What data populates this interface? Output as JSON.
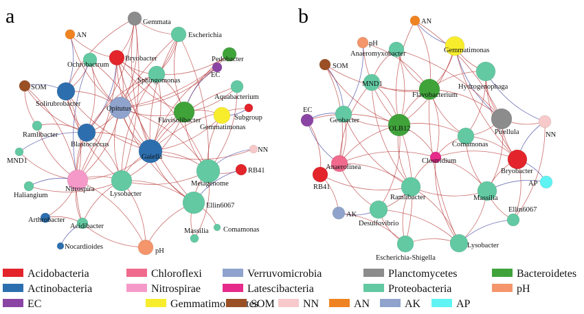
{
  "panels": {
    "a": {
      "letter": "a",
      "nodes": [
        {
          "label": "Gemmata",
          "group": "Planctomycetes"
        },
        {
          "label": "AN",
          "group": "AN"
        },
        {
          "label": "Escherichia",
          "group": "Proteobacteria"
        },
        {
          "label": "Bryobacter",
          "group": "Acidobacteria"
        },
        {
          "label": "Ochrobactrum",
          "group": "Proteobacteria"
        },
        {
          "label": "Pedobacter",
          "group": "Bacteroidetes"
        },
        {
          "label": "EC",
          "group": "EC"
        },
        {
          "label": "Sphingomonas",
          "group": "Proteobacteria"
        },
        {
          "label": "SOM",
          "group": "SOM"
        },
        {
          "label": "Solirubrobacter",
          "group": "Actinobacteria"
        },
        {
          "label": "Aquabacterium",
          "group": "Proteobacteria"
        },
        {
          "label": "Opitutus",
          "group": "Verrucomicrobia"
        },
        {
          "label": "Flavisolibacter",
          "group": "Bacteroidetes"
        },
        {
          "label": "Subgroup",
          "group": "Acidobacteria"
        },
        {
          "label": "Gemmatimonas",
          "group": "Gemmatimonadetes"
        },
        {
          "label": "Ramlibacter",
          "group": "Proteobacteria"
        },
        {
          "label": "Blastococcus",
          "group": "Actinobacteria"
        },
        {
          "label": "NN",
          "group": "NN"
        },
        {
          "label": "MND1",
          "group": "Proteobacteria"
        },
        {
          "label": "Gaiella",
          "group": "Actinobacteria"
        },
        {
          "label": "RB41",
          "group": "Acidobacteria"
        },
        {
          "label": "Haliangium",
          "group": "Proteobacteria"
        },
        {
          "label": "Nitrospira",
          "group": "Nitrospirae"
        },
        {
          "label": "Lysobacter",
          "group": "Proteobacteria"
        },
        {
          "label": "Metagenome",
          "group": "Proteobacteria"
        },
        {
          "label": "Ellin6067",
          "group": "Proteobacteria"
        },
        {
          "label": "Arthrobacter",
          "group": "Actinobacteria"
        },
        {
          "label": "Acidibacter",
          "group": "Proteobacteria"
        },
        {
          "label": "Massilia",
          "group": "Proteobacteria"
        },
        {
          "label": "Comamonas",
          "group": "Proteobacteria"
        },
        {
          "label": "Nocardioides",
          "group": "Actinobacteria"
        },
        {
          "label": "pH",
          "group": "pH"
        }
      ]
    },
    "b": {
      "letter": "b",
      "nodes": [
        {
          "label": "AN",
          "group": "AN"
        },
        {
          "label": "pH",
          "group": "pH"
        },
        {
          "label": "Anaeromyxobacter",
          "group": "Proteobacteria"
        },
        {
          "label": "Gemmatimonas",
          "group": "Gemmatimonadetes"
        },
        {
          "label": "SOM",
          "group": "SOM"
        },
        {
          "label": "MND1",
          "group": "Proteobacteria"
        },
        {
          "label": "Flavobacterium",
          "group": "Bacteroidetes"
        },
        {
          "label": "Hydrogenophaga",
          "group": "Proteobacteria"
        },
        {
          "label": "EC",
          "group": "EC"
        },
        {
          "label": "Geobacter",
          "group": "Proteobacteria"
        },
        {
          "label": "OLB12",
          "group": "Bacteroidetes"
        },
        {
          "label": "Pirellula",
          "group": "Planctomycetes"
        },
        {
          "label": "NN",
          "group": "NN"
        },
        {
          "label": "Comamonas",
          "group": "Proteobacteria"
        },
        {
          "label": "Anaerolinea",
          "group": "Chloroflexi"
        },
        {
          "label": "Clostridium",
          "group": "Latescibacteria"
        },
        {
          "label": "Bryobacter",
          "group": "Acidobacteria"
        },
        {
          "label": "RB41",
          "group": "Acidobacteria"
        },
        {
          "label": "AP",
          "group": "AP"
        },
        {
          "label": "Ramlibacter",
          "group": "Proteobacteria"
        },
        {
          "label": "Massilia",
          "group": "Proteobacteria"
        },
        {
          "label": "AK",
          "group": "AK"
        },
        {
          "label": "Desulfovibrio",
          "group": "Proteobacteria"
        },
        {
          "label": "Ellin6067",
          "group": "Proteobacteria"
        },
        {
          "label": "Escherichia-Shigella",
          "group": "Proteobacteria"
        },
        {
          "label": "Lysobacter",
          "group": "Proteobacteria"
        }
      ]
    }
  },
  "legend": [
    {
      "label": "Acidobacteria",
      "color": "#e3242b"
    },
    {
      "label": "Chloroflexi",
      "color": "#f06a8e"
    },
    {
      "label": "Verruvomicrobia",
      "color": "#8fa3cc"
    },
    {
      "label": "Planctomycetes",
      "color": "#8c8c8c"
    },
    {
      "label": "Bacteroidetes",
      "color": "#3fa33a"
    },
    {
      "label": "Actinobacteria",
      "color": "#2d6fae"
    },
    {
      "label": "Nitrospirae",
      "color": "#f59ac8"
    },
    {
      "label": "Latescibacteria",
      "color": "#e62b8a"
    },
    {
      "label": "Proteobacteria",
      "color": "#62c9a2"
    },
    {
      "label": "pH",
      "color": "#f4956b"
    },
    {
      "label": "EC",
      "color": "#8a45a4"
    },
    {
      "label": "Gemmatimonadetes",
      "color": "#f8ed2d"
    },
    {
      "label": "SOM",
      "color": "#9a4f24"
    },
    {
      "label": "NN",
      "color": "#f7c9ca"
    },
    {
      "label": "AN",
      "color": "#f08321"
    },
    {
      "label": "AK",
      "color": "#8fa3cc"
    },
    {
      "label": "AP",
      "color": "#5ff3f4"
    }
  ]
}
